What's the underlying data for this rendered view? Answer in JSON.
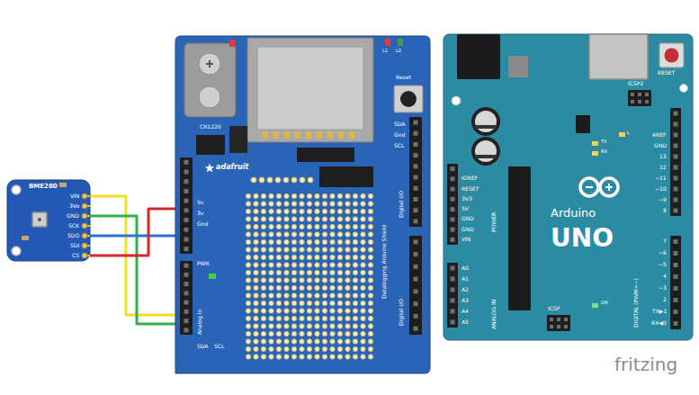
{
  "diagram": {
    "nodes": [
      {
        "text": [
          "BME280"
        ]
      },
      {
        "text": [
          "adafruit"
        ]
      },
      {
        "text": [
          "Arduino",
          "UNO"
        ]
      }
    ],
    "edges": [
      {
        "from": 0,
        "to": 1,
        "arrow": "none"
      },
      {
        "from": 0,
        "to": 1,
        "arrow": "none"
      },
      {
        "from": 0,
        "to": 1,
        "arrow": "none"
      },
      {
        "from": 0,
        "to": 1,
        "arrow": "none"
      }
    ],
    "labels": [
      "fritzing",
      "VIN",
      "3Vo",
      "GND",
      "SCK",
      "SDO",
      "SDI",
      "CS",
      "CR1220",
      "Reset",
      "L1",
      "L2",
      "SDA",
      "Gnd",
      "SCL",
      "Digital I/O",
      "Digital I/O",
      "Datalogging Arduino Shield",
      "5v",
      "3v",
      "Gnd",
      "PWR",
      "Analog In",
      "SDA",
      "SCL",
      "RESET",
      "ICSP2",
      "AREF",
      "GND",
      "13",
      "12",
      "~11",
      "~10",
      "~9",
      "8",
      "7",
      "~6",
      "~5",
      "4",
      "~3",
      "2",
      "TX▶1",
      "RX◀0",
      "DIGITAL (PWM=~)",
      "TX",
      "RX",
      "L",
      "IOREF",
      "RESET",
      "3V3",
      "5V",
      "GND",
      "GND",
      "VIN",
      "POWER",
      "A0",
      "A1",
      "A2",
      "A3",
      "A4",
      "A5",
      "ANALOG IN",
      "ICSP",
      "ON"
    ]
  }
}
